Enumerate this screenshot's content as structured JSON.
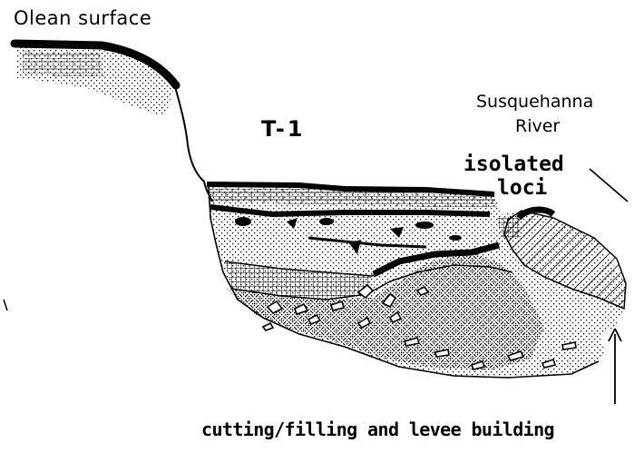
{
  "labels": {
    "olean_surface": "Olean surface",
    "terrace": "T-1",
    "river_line1": "Susquehanna",
    "river_line2": "River",
    "isolated_line1": "isolated",
    "isolated_line2": "loci",
    "caption": "cutting/filling and levee building"
  },
  "colors": {
    "ink": "#000000",
    "paper": "#ffffff"
  }
}
